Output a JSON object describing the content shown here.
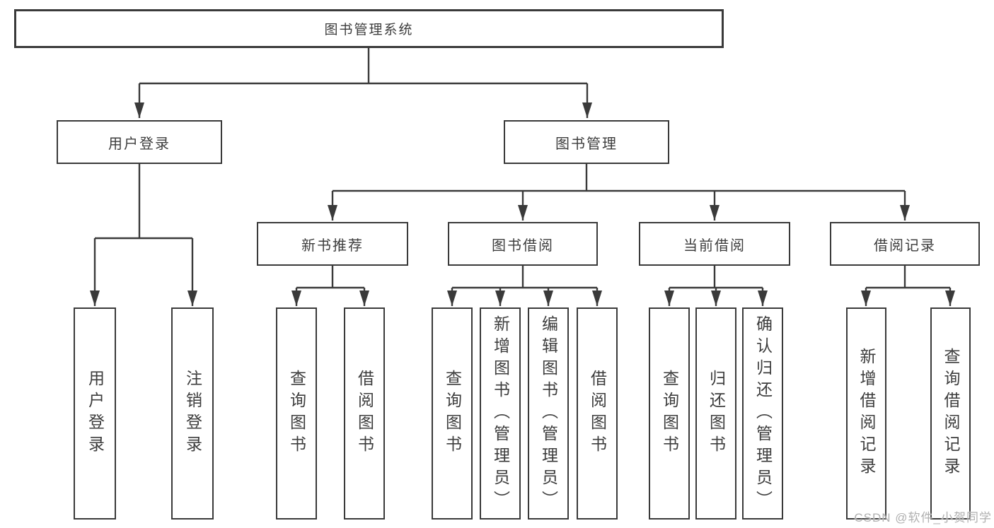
{
  "colors": {
    "line": "#3a3a3a",
    "text": "#3d3d3d",
    "box_background": "#ffffff",
    "watermark": "#b0b0b0"
  },
  "watermark": {
    "text": "CSDN @软件_小贺同学"
  },
  "tree": {
    "label": "图书管理系统",
    "children": [
      {
        "label": "用户登录",
        "children": [
          {
            "label": "用户登录"
          },
          {
            "label": "注销登录"
          }
        ]
      },
      {
        "label": "图书管理",
        "children": [
          {
            "label": "新书推荐",
            "children": [
              {
                "label": "查询图书"
              },
              {
                "label": "借阅图书"
              }
            ]
          },
          {
            "label": "图书借阅",
            "children": [
              {
                "label": "查询图书"
              },
              {
                "label": "新增图书（管理员）"
              },
              {
                "label": "编辑图书（管理员）"
              },
              {
                "label": "借阅图书"
              }
            ]
          },
          {
            "label": "当前借阅",
            "children": [
              {
                "label": "查询图书"
              },
              {
                "label": "归还图书"
              },
              {
                "label": "确认归还（管理员）"
              }
            ]
          },
          {
            "label": "借阅记录",
            "children": [
              {
                "label": "新增借阅记录"
              },
              {
                "label": "查询借阅记录"
              }
            ]
          }
        ]
      }
    ]
  }
}
